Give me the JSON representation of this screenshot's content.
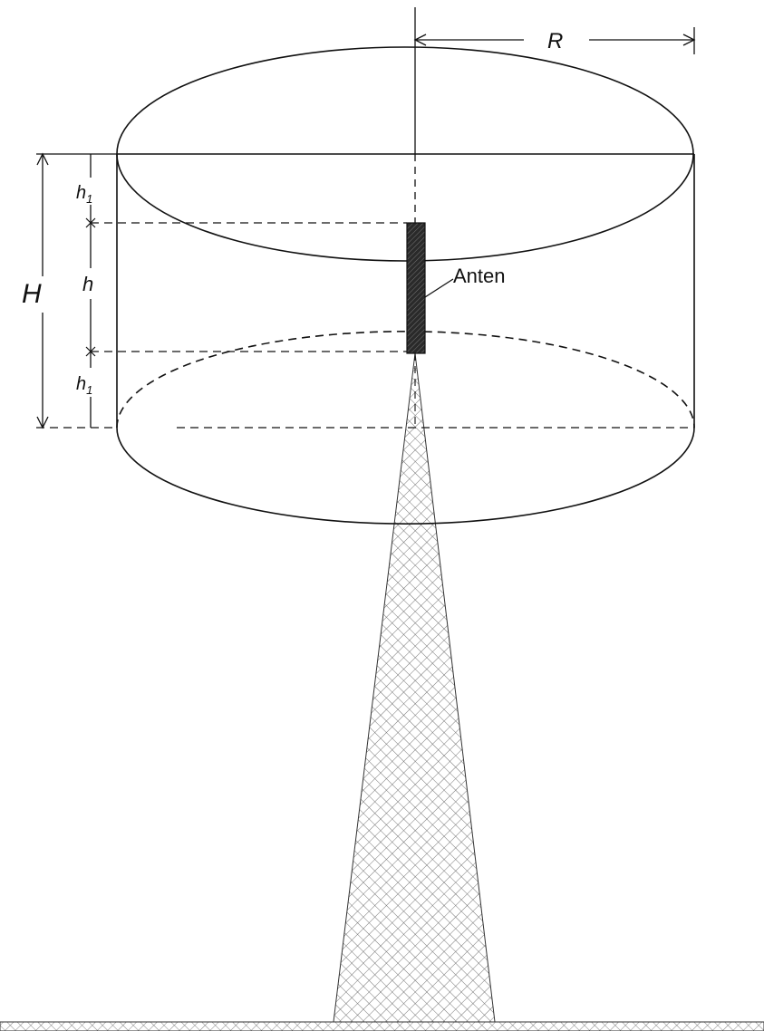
{
  "labels": {
    "radius": "R",
    "total_height": "H",
    "h1_top": "h",
    "h1_top_sub": "1",
    "h_middle": "h",
    "h1_bottom": "h",
    "h1_bottom_sub": "1",
    "antenna": "Anten"
  },
  "colors": {
    "line": "#111111",
    "antenna_fill": "#333333",
    "mast_hatch": "#555555",
    "ground_hatch": "#666666"
  }
}
